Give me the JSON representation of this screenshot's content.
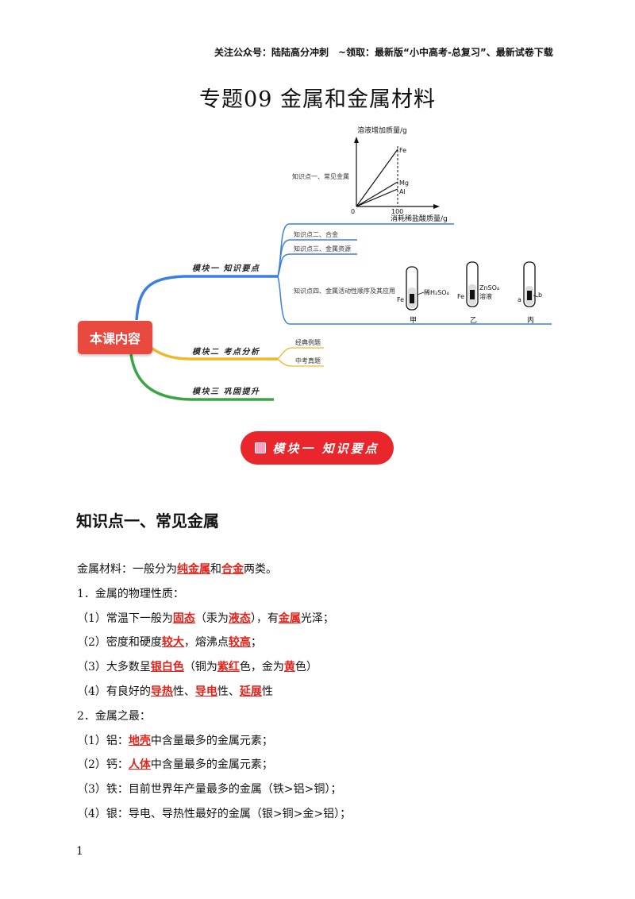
{
  "header": {
    "note": "关注公众号：陆陆高分冲刺　~领取：最新版“小中高考-总复习”、最新试卷下载"
  },
  "title": "专题09  金属和金属材料",
  "mindmap": {
    "root": "本课内容",
    "branches": [
      {
        "label": "模块一  知识要点",
        "color": "#3b7fe0"
      },
      {
        "label": "模块二  考点分析",
        "color": "#f0b72a"
      },
      {
        "label": "模块三  巩固提升",
        "color": "#3aa544"
      }
    ],
    "module1_items": [
      "知识点一、常见金属",
      "知识点二、合金",
      "知识点三、金属资源",
      "知识点四、金属活动性顺序及其应用"
    ],
    "module2_items": [
      "经典例题",
      "中考真题"
    ],
    "graph": {
      "ylabel": "溶液增加质量/g",
      "xlabel": "消耗稀盐酸质量/g",
      "origin": "0",
      "xtick": "100",
      "lines": [
        "Fe",
        "Mg",
        "Al"
      ]
    },
    "tubes": {
      "tube1_metal": "Fe",
      "tube1_solution": "稀H₂SO₄",
      "tube2_metal": "Fe",
      "tube2_solution_1": "ZnSO₄",
      "tube2_solution_2": "溶液",
      "tube3_left": "a",
      "tube3_right": "b",
      "captions": [
        "甲",
        "乙",
        "丙"
      ]
    }
  },
  "section_pill": "模块一  知识要点",
  "kp_heading": "知识点一、常见金属",
  "lines": [
    {
      "segments": [
        {
          "t": "金属材料：一般分为"
        },
        {
          "t": "纯金属",
          "k": true
        },
        {
          "t": "和"
        },
        {
          "t": "合金",
          "k": true
        },
        {
          "t": "两类。"
        }
      ]
    },
    {
      "segments": [
        {
          "t": "1．金属的物理性质："
        }
      ]
    },
    {
      "segments": [
        {
          "t": "（1）常温下一般为"
        },
        {
          "t": "固态",
          "k": true
        },
        {
          "t": "（汞为"
        },
        {
          "t": "液态",
          "k": true
        },
        {
          "t": "），有"
        },
        {
          "t": "金属",
          "k": true
        },
        {
          "t": "光泽；"
        }
      ]
    },
    {
      "segments": [
        {
          "t": "（2）密度和硬度"
        },
        {
          "t": "较大",
          "k": true
        },
        {
          "t": "，熔沸点"
        },
        {
          "t": "较高",
          "k": true
        },
        {
          "t": "；"
        }
      ]
    },
    {
      "segments": [
        {
          "t": "（3）大多数呈"
        },
        {
          "t": "银白色",
          "k": true
        },
        {
          "t": "（铜为"
        },
        {
          "t": "紫红",
          "k": true
        },
        {
          "t": "色，金为"
        },
        {
          "t": "黄",
          "k": true
        },
        {
          "t": "色）"
        }
      ]
    },
    {
      "segments": [
        {
          "t": "（4）有良好的"
        },
        {
          "t": "导热",
          "k": true
        },
        {
          "t": "性、"
        },
        {
          "t": "导电",
          "k": true
        },
        {
          "t": "性、"
        },
        {
          "t": "延展",
          "k": true
        },
        {
          "t": "性"
        }
      ]
    },
    {
      "segments": [
        {
          "t": "2．金属之最："
        }
      ]
    },
    {
      "segments": [
        {
          "t": "（1）铝："
        },
        {
          "t": "地壳",
          "k": true
        },
        {
          "t": "中含量最多的金属元素；"
        }
      ]
    },
    {
      "segments": [
        {
          "t": "（2）钙："
        },
        {
          "t": "人体",
          "k": true
        },
        {
          "t": "中含量最多的金属元素；"
        }
      ]
    },
    {
      "segments": [
        {
          "t": "（3）铁：目前世界年产量最多的金属（铁>铝>铜）；"
        }
      ]
    },
    {
      "segments": [
        {
          "t": "（4）银：导电、导热性最好的金属（银>铜>金>铝）；"
        }
      ]
    }
  ],
  "page_number": "1"
}
